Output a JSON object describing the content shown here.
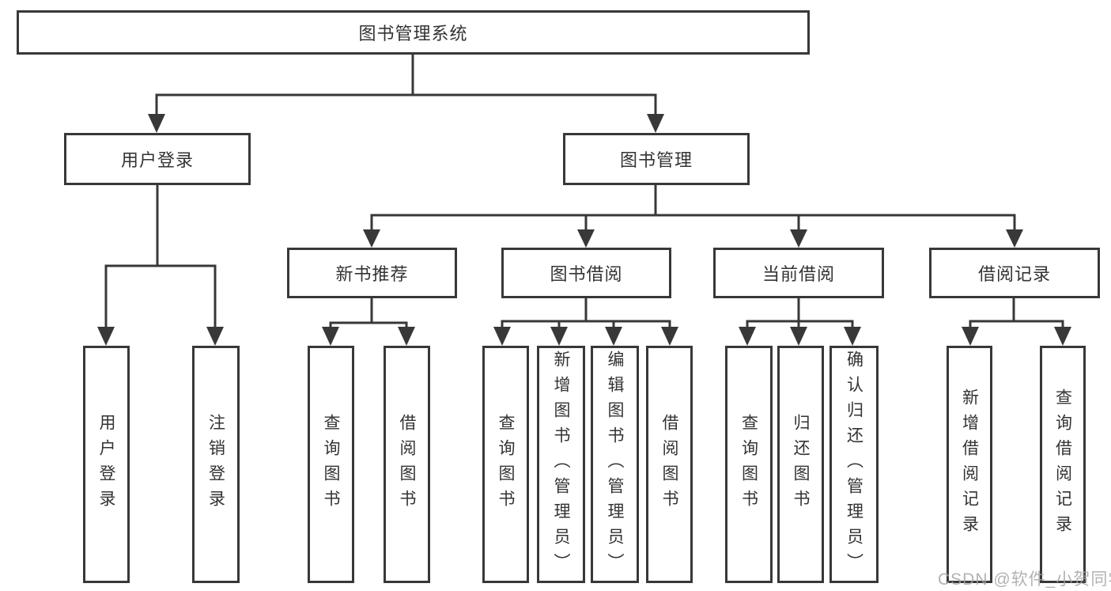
{
  "tree": {
    "root": {
      "label": "图书管理系统"
    },
    "branches": [
      {
        "label": "用户登录",
        "children": [
          {
            "label": "用户登录"
          },
          {
            "label": "注销登录"
          }
        ]
      },
      {
        "label": "图书管理",
        "sections": [
          {
            "label": "新书推荐",
            "children": [
              {
                "label": "查询图书"
              },
              {
                "label": "借阅图书"
              }
            ]
          },
          {
            "label": "图书借阅",
            "children": [
              {
                "label": "查询图书"
              },
              {
                "label": "新增图书（管理员）"
              },
              {
                "label": "编辑图书（管理员）"
              },
              {
                "label": "借阅图书"
              }
            ]
          },
          {
            "label": "当前借阅",
            "children": [
              {
                "label": "查询图书"
              },
              {
                "label": "归还图书"
              },
              {
                "label": "确认归还（管理员）"
              }
            ]
          },
          {
            "label": "借阅记录",
            "children": [
              {
                "label": "新增借阅记录"
              },
              {
                "label": "查询借阅记录"
              }
            ]
          }
        ]
      }
    ]
  },
  "watermark": {
    "text": "CSDN @软件_小贺同学"
  },
  "colors": {
    "line": "#383838",
    "text": "#333333",
    "watermark": "#a4a4a4",
    "background": "#ffffff"
  }
}
